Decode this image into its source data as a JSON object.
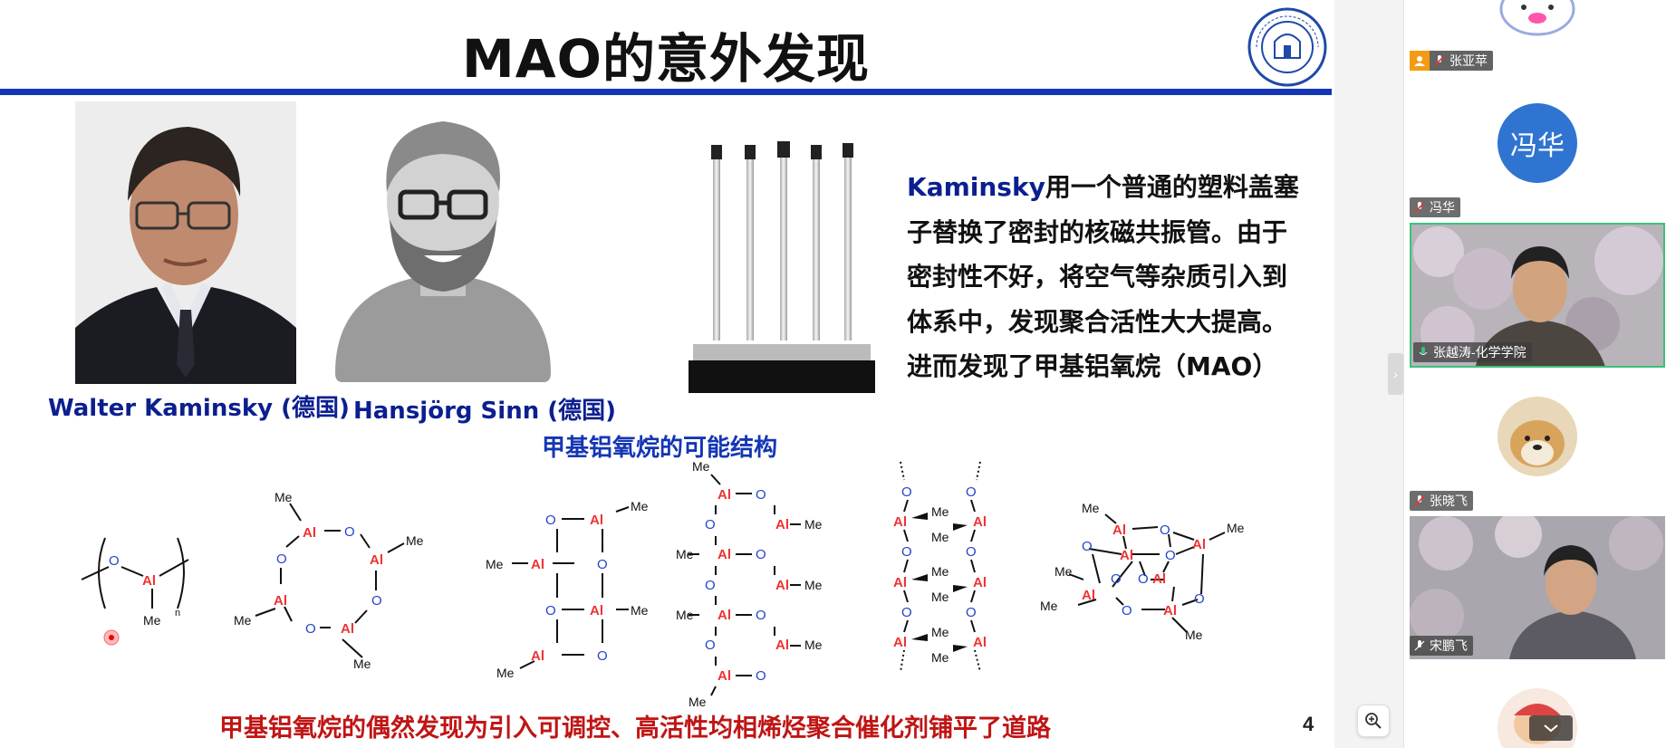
{
  "slide": {
    "title": "MAO的意外发现",
    "caption_kaminsky": "Walter Kaminsky (德国)",
    "caption_sinn": "Hansjörg Sinn (德国)",
    "description": {
      "highlight": "Kaminsky",
      "line1_rest": "用一个普通的塑料盖塞",
      "line2": "子替换了密封的核磁共振管。由于",
      "line3": "密封性不好，将空气等杂质引入到",
      "line4": "体系中，发现聚合活性大大提高。",
      "line5": "进而发现了甲基铝氧烷（MAO）"
    },
    "structures_title": "甲基铝氧烷的可能结构",
    "footer": "甲基铝氧烷的偶然发现为引入可调控、高活性均相烯烃聚合催化剂铺平了道路",
    "page_number": "4",
    "chem": {
      "al": "Al",
      "o": "O",
      "me": "Me",
      "n": "n"
    },
    "colors": {
      "title_rule": "#1436b4",
      "caption": "#0b1f8f",
      "footer": "#c01515",
      "al": "#e33333",
      "o": "#2244cc"
    }
  },
  "sidebar": {
    "participants": [
      {
        "name": "张亚苹",
        "role_badge": "host-icon"
      },
      {
        "name": "冯华",
        "avatar_text": "冯华"
      },
      {
        "name": "张越涛-化学学院",
        "speaking": true
      },
      {
        "name": "张晓飞"
      },
      {
        "name": "宋鹏飞"
      }
    ]
  },
  "icons": [
    "zoom-in-icon",
    "chevron-right-icon",
    "chevron-down-icon",
    "mic-muted-icon",
    "mic-active-icon",
    "user-icon"
  ]
}
